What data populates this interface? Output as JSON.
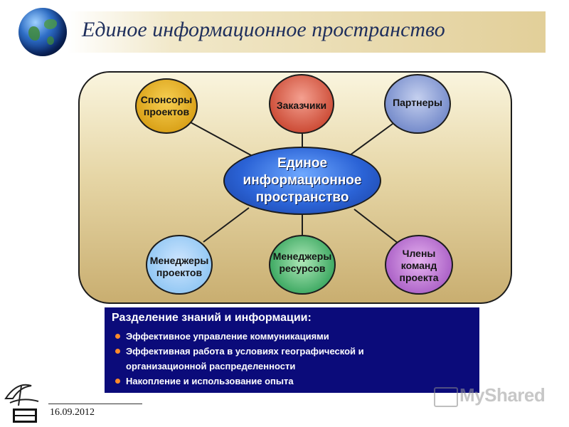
{
  "title": "Единое информационное пространство",
  "center": [
    "Единое",
    "информационное",
    "пространство"
  ],
  "nodes": {
    "sponsors": [
      "Спонсоры",
      "проектов"
    ],
    "customers": [
      "Заказчики"
    ],
    "partners": [
      "Партнеры"
    ],
    "project_managers": [
      "Менеджеры",
      "проектов"
    ],
    "resource_managers": [
      "Менеджеры",
      "ресурсов"
    ],
    "team_members": [
      "Члены",
      "команд",
      "проекта"
    ]
  },
  "info": {
    "title": "Разделение знаний и информации:",
    "bullets": [
      "Эффективное управление коммуникациями",
      "Эффективная работа в условиях географической и",
      "организационной распределенности",
      "Накопление и использование опыта"
    ]
  },
  "date": "16.09.2012",
  "watermark": "MyShared"
}
